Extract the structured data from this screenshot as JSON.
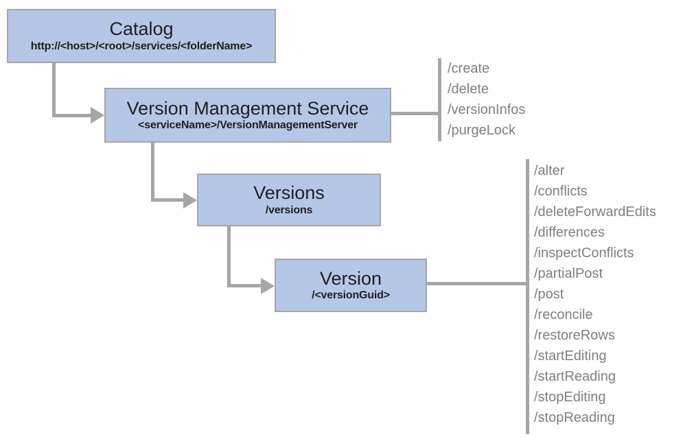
{
  "nodes": [
    {
      "id": "catalog",
      "title": "Catalog",
      "subtitle": "http://<host>/<root>/services/<folderName>"
    },
    {
      "id": "version-management-service",
      "title": "Version Management Service",
      "subtitle": "<serviceName>/VersionManagementServer"
    },
    {
      "id": "versions",
      "title": "Versions",
      "subtitle": "/versions"
    },
    {
      "id": "version",
      "title": "Version",
      "subtitle": "/<versionGuid>"
    }
  ],
  "endpoint_lists": [
    {
      "attached_to": "Version Management Service",
      "items": [
        "/create",
        "/delete",
        "/versionInfos",
        "/purgeLock"
      ]
    },
    {
      "attached_to": "Version",
      "items": [
        "/alter",
        "/conflicts",
        "/deleteForwardEdits",
        "/differences",
        "/inspectConflicts",
        "/partialPost",
        "/post",
        "/reconcile",
        "/restoreRows",
        "/startEditing",
        "/startReading",
        "/stopEditing",
        "/stopReading"
      ]
    }
  ],
  "colors": {
    "node_fill": "#b4c7e7",
    "node_border": "#a6a6a6",
    "connector": "#a6a6a6",
    "endpoint_text": "#7f7f7f",
    "title_text": "#1f1f1f"
  }
}
